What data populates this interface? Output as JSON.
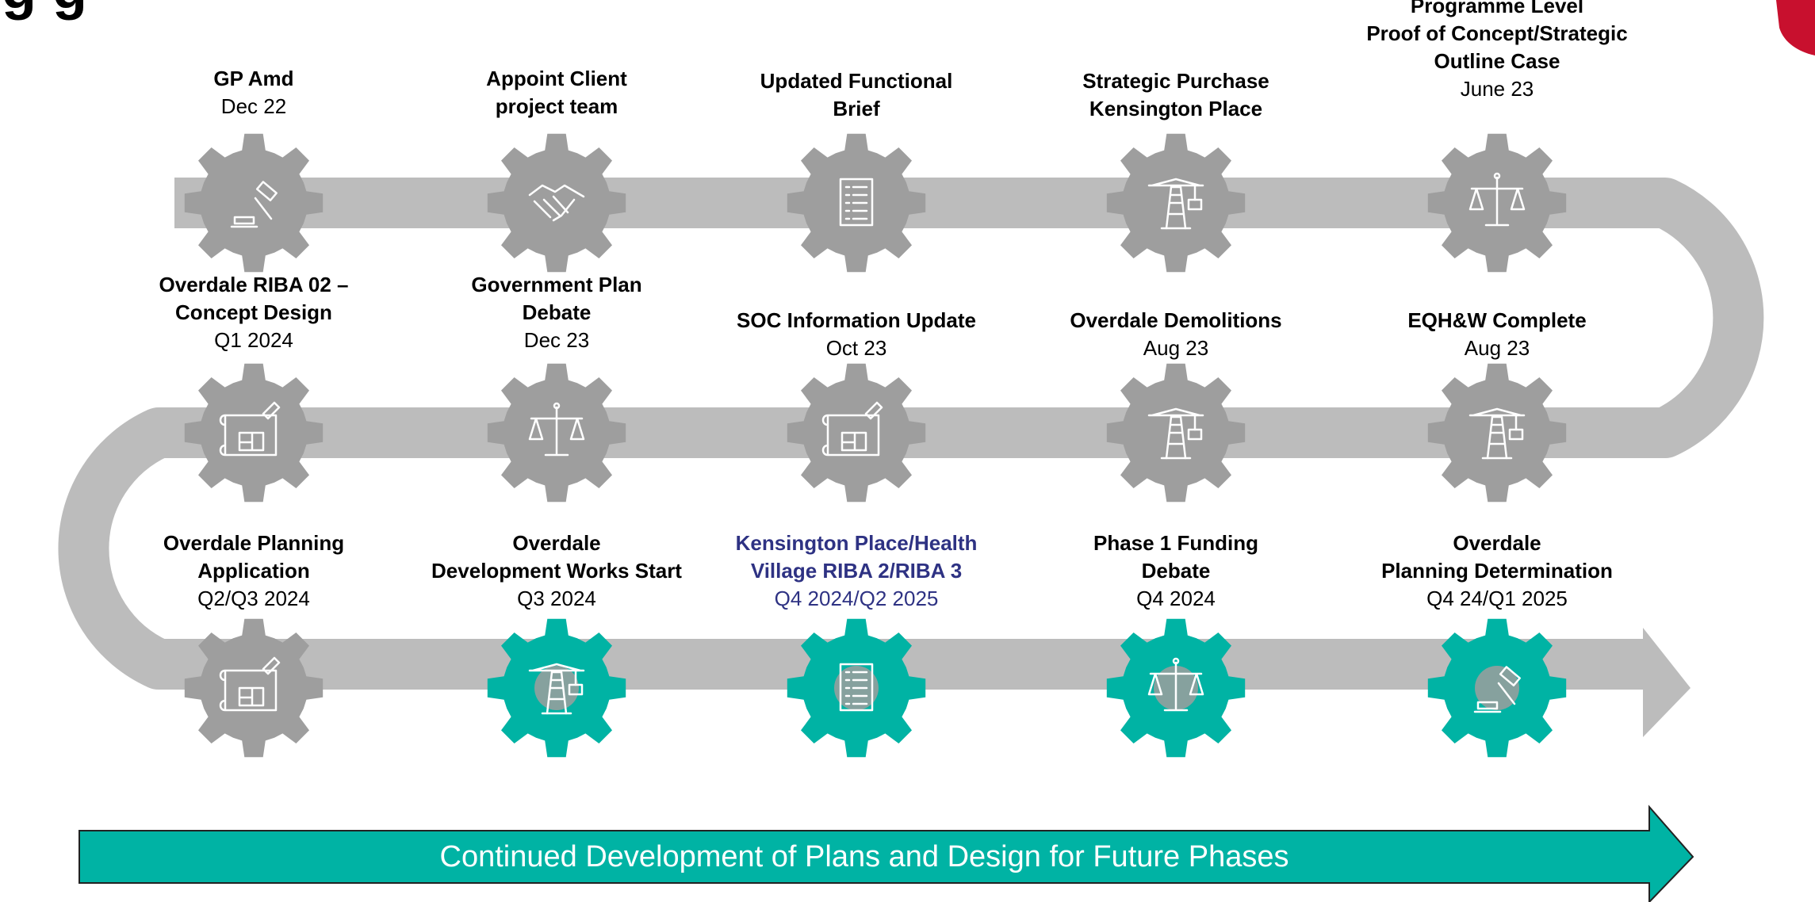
{
  "colors": {
    "track": "#bcbcbc",
    "gear_grey": "#9e9e9e",
    "gear_teal": "#00b3a4",
    "banner": "#00b3a4",
    "highlight_text": "#2e3283"
  },
  "page": {
    "title_fragment": "g               g"
  },
  "milestones": [
    {
      "id": "m1",
      "title": "GP Amd",
      "date": "Dec 22",
      "icon": "gavel-icon",
      "state": "grey",
      "highlight": false
    },
    {
      "id": "m2",
      "title": "Appoint Client\nproject team",
      "date": "",
      "icon": "handshake-icon",
      "state": "grey",
      "highlight": false
    },
    {
      "id": "m3",
      "title": "Updated Functional\nBrief",
      "date": "",
      "icon": "checklist-icon",
      "state": "grey",
      "highlight": false
    },
    {
      "id": "m4",
      "title": "Strategic Purchase\nKensington Place",
      "date": "",
      "icon": "crane-icon",
      "state": "grey",
      "highlight": false
    },
    {
      "id": "m5",
      "title": "Programme Level\nProof of Concept/Strategic\nOutline Case",
      "date": "June 23",
      "icon": "scales-icon",
      "state": "grey",
      "highlight": false
    },
    {
      "id": "m6",
      "title": "EQH&W Complete",
      "date": "Aug 23",
      "icon": "crane-icon",
      "state": "grey",
      "highlight": false
    },
    {
      "id": "m7",
      "title": "Overdale Demolitions",
      "date": "Aug 23",
      "icon": "crane-icon",
      "state": "grey",
      "highlight": false
    },
    {
      "id": "m8",
      "title": "SOC Information Update",
      "date": "Oct 23",
      "icon": "blueprint-icon",
      "state": "grey",
      "highlight": false
    },
    {
      "id": "m9",
      "title": "Government Plan\nDebate",
      "date": "Dec 23",
      "icon": "scales-icon",
      "state": "grey",
      "highlight": false
    },
    {
      "id": "m10",
      "title": "Overdale RIBA 02 –\nConcept Design",
      "date": "Q1 2024",
      "icon": "blueprint-icon",
      "state": "grey",
      "highlight": false
    },
    {
      "id": "m11",
      "title": "Overdale Planning\nApplication",
      "date": "Q2/Q3 2024",
      "icon": "blueprint-icon",
      "state": "grey",
      "highlight": false
    },
    {
      "id": "m12",
      "title": "Overdale\nDevelopment Works Start",
      "date": "Q3 2024",
      "icon": "crane-icon",
      "state": "teal",
      "highlight": false
    },
    {
      "id": "m13",
      "title": "Kensington Place/Health\nVillage RIBA 2/RIBA 3",
      "date": "Q4 2024/Q2 2025",
      "icon": "checklist-icon",
      "state": "teal",
      "highlight": true
    },
    {
      "id": "m14",
      "title": "Phase 1 Funding\nDebate",
      "date": "Q4 2024",
      "icon": "scales-icon",
      "state": "teal",
      "highlight": false
    },
    {
      "id": "m15",
      "title": "Overdale\nPlanning Determination",
      "date": "Q4 24/Q1 2025",
      "icon": "gavel-icon",
      "state": "teal",
      "highlight": false
    }
  ],
  "banner": {
    "text": "Continued Development of Plans and Design for Future Phases"
  }
}
